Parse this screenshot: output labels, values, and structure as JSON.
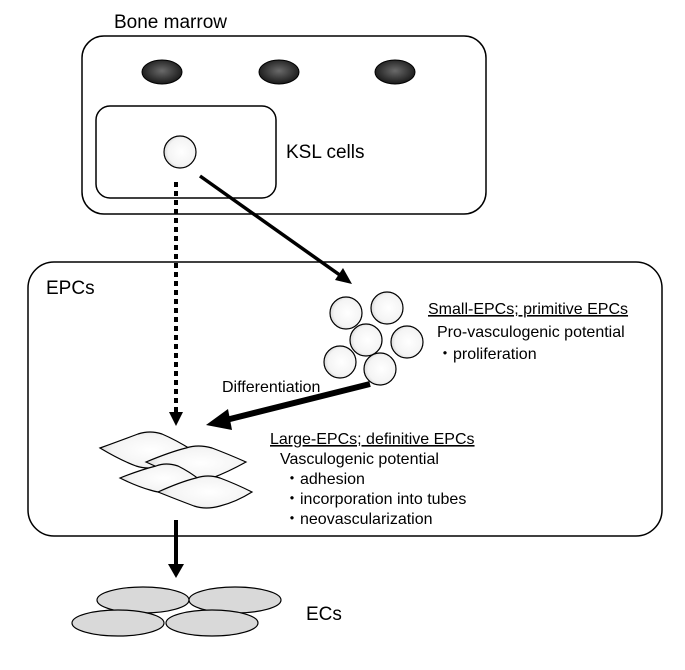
{
  "bone_marrow": {
    "label": "Bone marrow",
    "ksl_label": "KSL cells"
  },
  "epcs": {
    "label": "EPCs",
    "differentiation_label": "Differentiation",
    "small": {
      "title": "Small-EPCs; primitive EPCs",
      "potential": "Pro-vasculogenic potential",
      "features": [
        "・proliferation"
      ]
    },
    "large": {
      "title": "Large-EPCs; definitive EPCs",
      "potential": "Vasculogenic potential",
      "features": [
        "・adhesion",
        "・incorporation into tubes",
        "・neovascularization"
      ]
    }
  },
  "ecs": {
    "label": "ECs"
  },
  "colors": {
    "stroke": "#000000",
    "marrow_cell": "#2a2a2a",
    "epc_fill": "#f2f2f2",
    "ec_fill": "#d9d9d9"
  }
}
